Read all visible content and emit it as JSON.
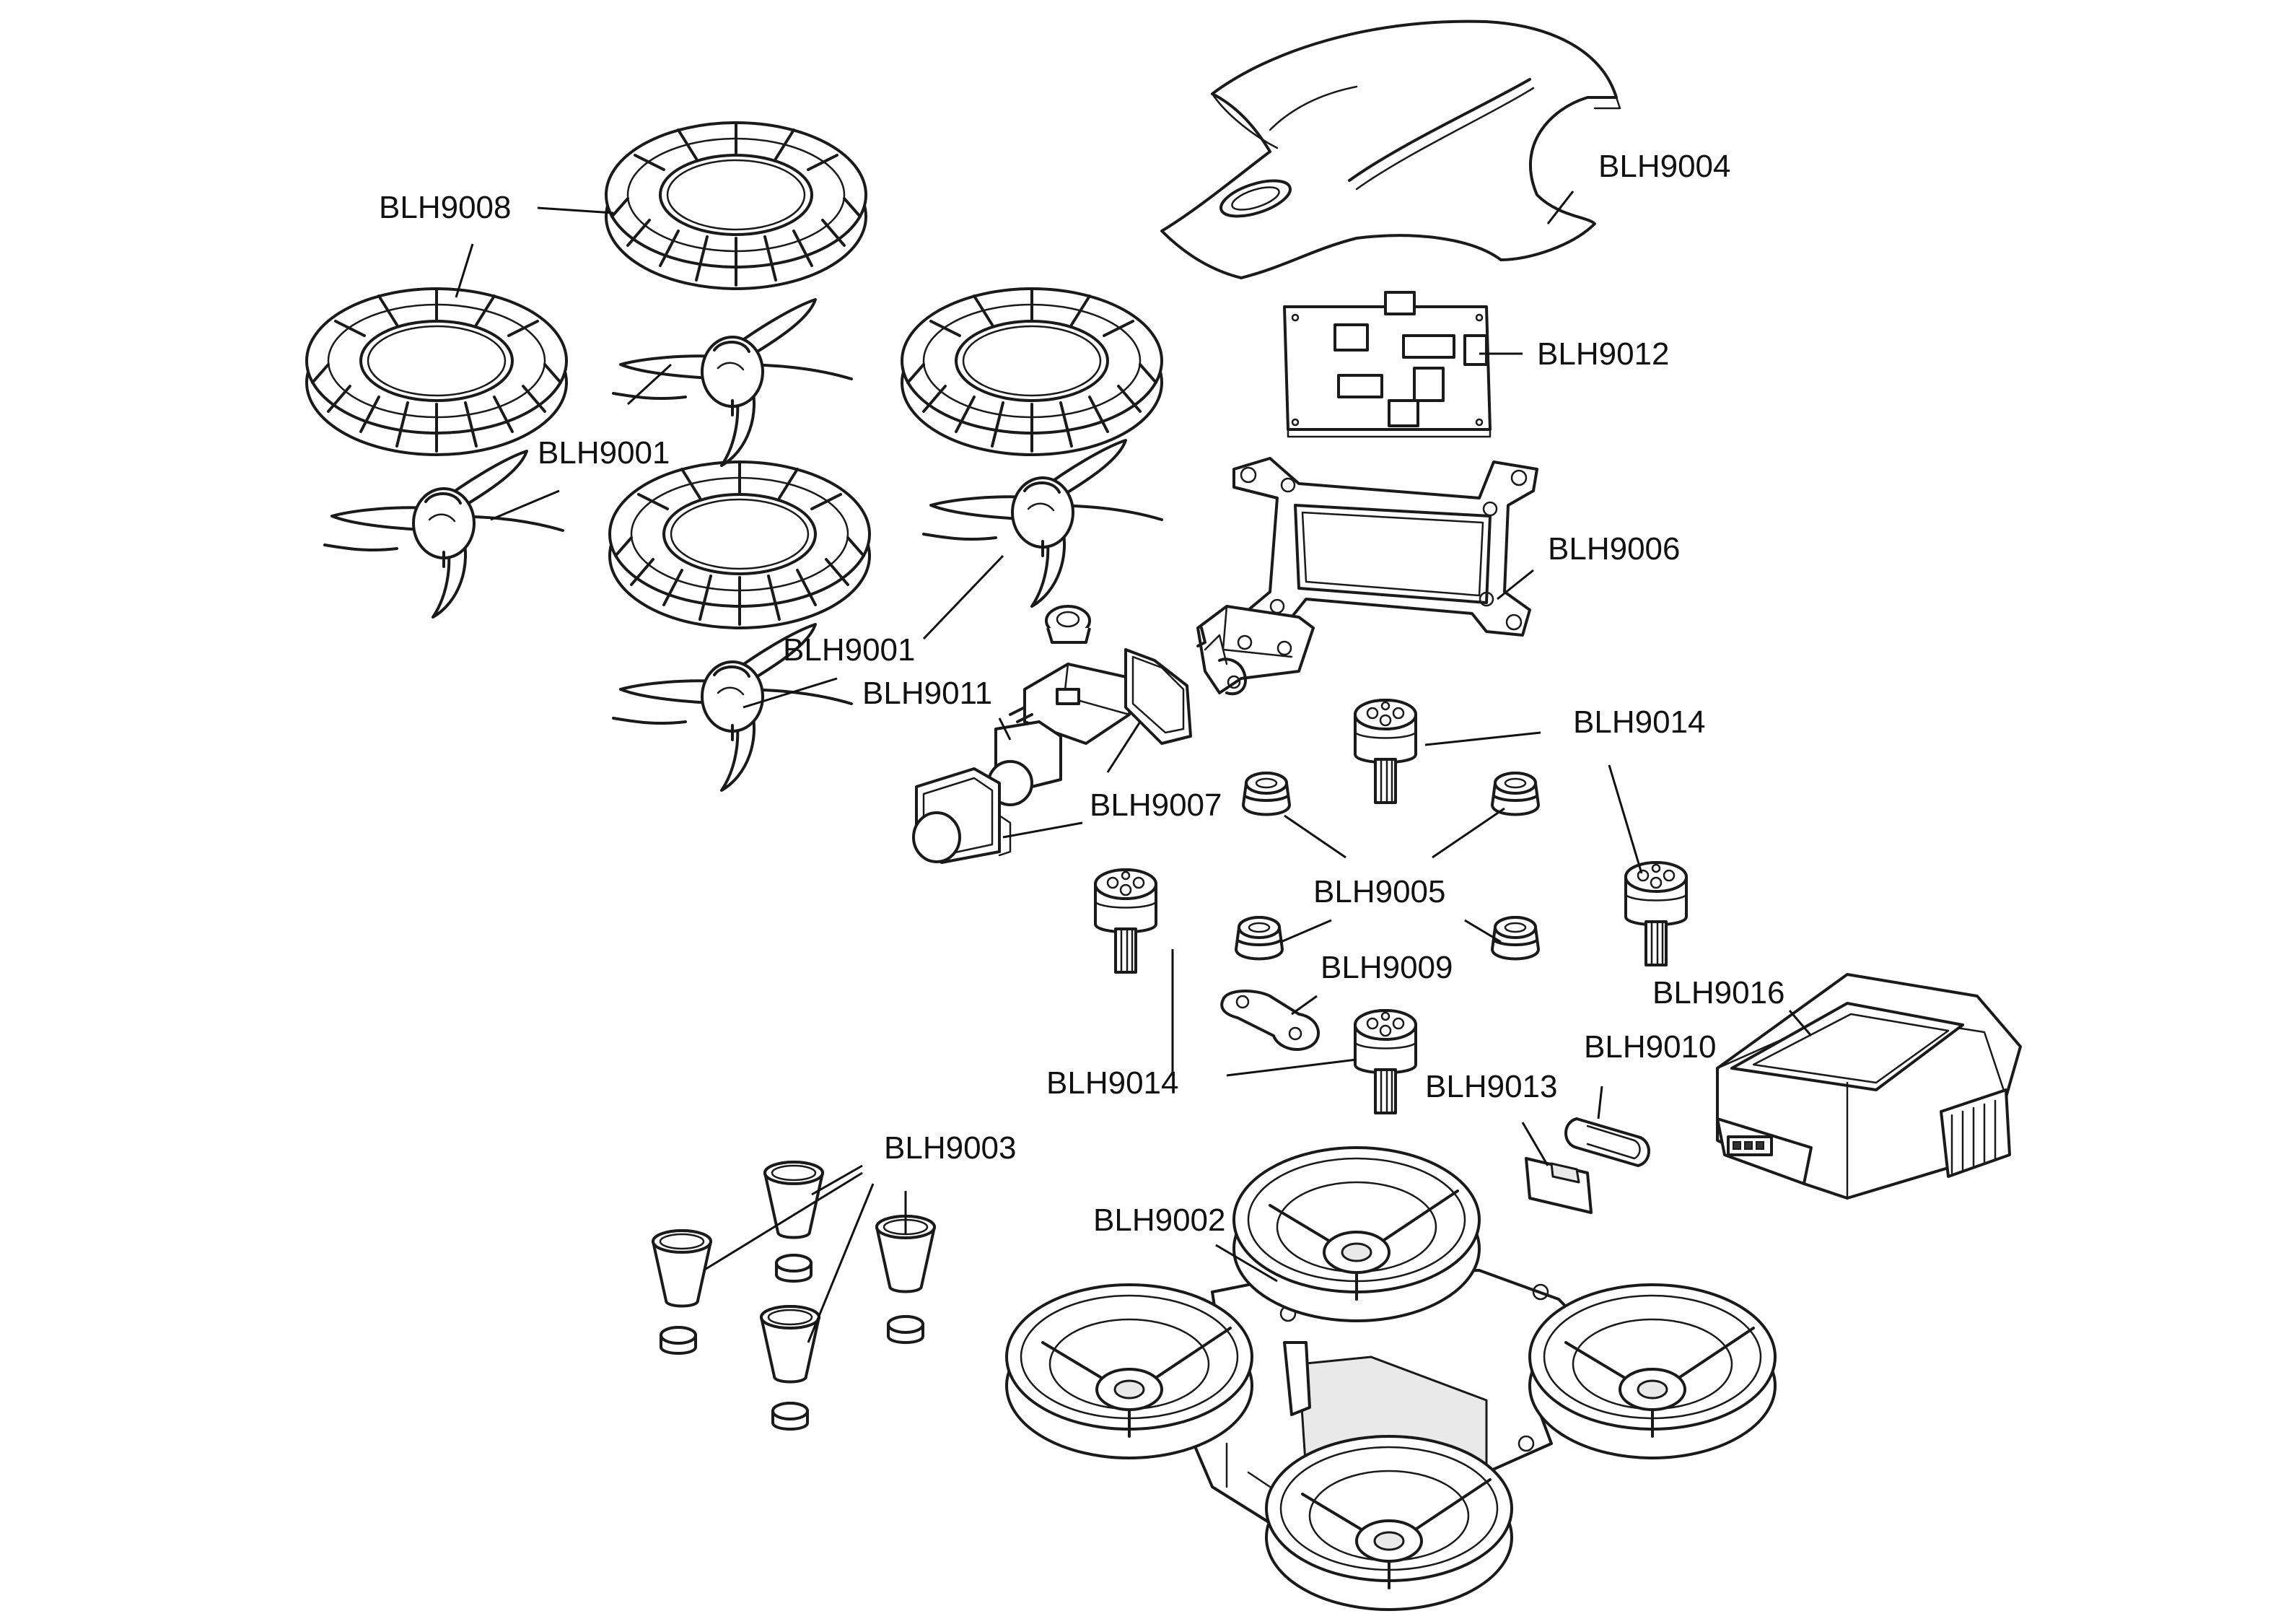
{
  "callouts": [
    {
      "id": "blh9008",
      "text": "BLH9008"
    },
    {
      "id": "blh9001-a",
      "text": "BLH9001"
    },
    {
      "id": "blh9001-b",
      "text": "BLH9001"
    },
    {
      "id": "blh9011",
      "text": "BLH9011"
    },
    {
      "id": "blh9007",
      "text": "BLH9007"
    },
    {
      "id": "blh9004",
      "text": "BLH9004"
    },
    {
      "id": "blh9012",
      "text": "BLH9012"
    },
    {
      "id": "blh9006",
      "text": "BLH9006"
    },
    {
      "id": "blh9014-a",
      "text": "BLH9014"
    },
    {
      "id": "blh9005",
      "text": "BLH9005"
    },
    {
      "id": "blh9009",
      "text": "BLH9009"
    },
    {
      "id": "blh9014-b",
      "text": "BLH9014"
    },
    {
      "id": "blh9016",
      "text": "BLH9016"
    },
    {
      "id": "blh9010",
      "text": "BLH9010"
    },
    {
      "id": "blh9013",
      "text": "BLH9013"
    },
    {
      "id": "blh9003",
      "text": "BLH9003"
    },
    {
      "id": "blh9002",
      "text": "BLH9002"
    }
  ]
}
